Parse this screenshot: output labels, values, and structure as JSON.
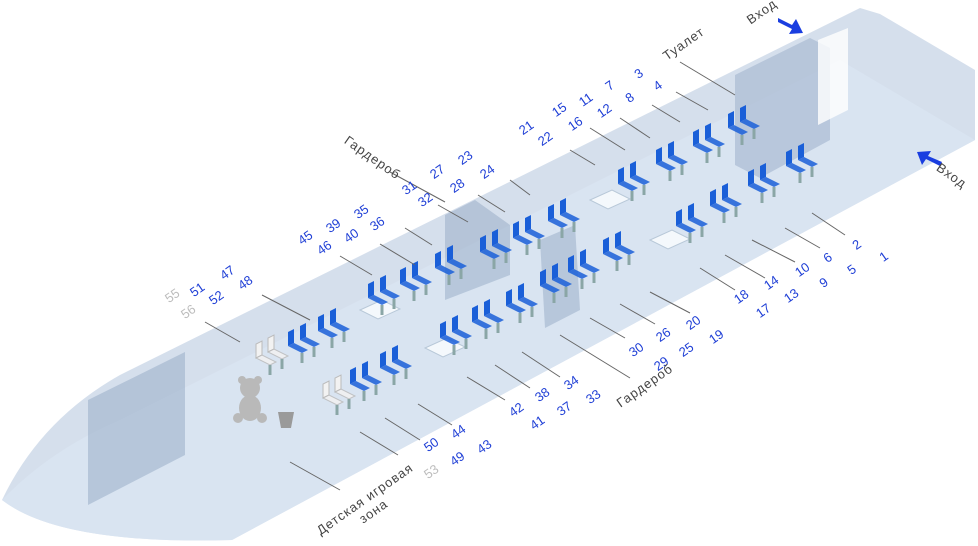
{
  "labels": {
    "wardrobe_top": "Гардероб",
    "wardrobe_bottom": "Гардероб",
    "toilet": "Туалет",
    "entrance_top": "Вход",
    "entrance_right": "Вход",
    "kids_zone_line1": "Детская игровая",
    "kids_zone_line2": "зона"
  },
  "seats_top_side": [
    "55",
    "51",
    "47",
    "56",
    "52",
    "48",
    "45",
    "39",
    "35",
    "46",
    "40",
    "36",
    "31",
    "27",
    "23",
    "32",
    "28",
    "24",
    "21",
    "15",
    "11",
    "7",
    "3",
    "22",
    "16",
    "12",
    "8",
    "4"
  ],
  "seats_bottom_side": [
    "2",
    "1",
    "6",
    "5",
    "10",
    "9",
    "14",
    "13",
    "18",
    "17",
    "20",
    "19",
    "26",
    "25",
    "30",
    "29",
    "34",
    "33",
    "38",
    "37",
    "42",
    "41",
    "44",
    "43",
    "50",
    "49",
    "53"
  ],
  "colors": {
    "seat": "#1a5fd8",
    "seat_unavailable": "#f2f2f2",
    "car_body": "#c9d6e6",
    "floor": "#dce8f5",
    "label": "#1f3fd6",
    "arrow": "#1a3ee0"
  }
}
